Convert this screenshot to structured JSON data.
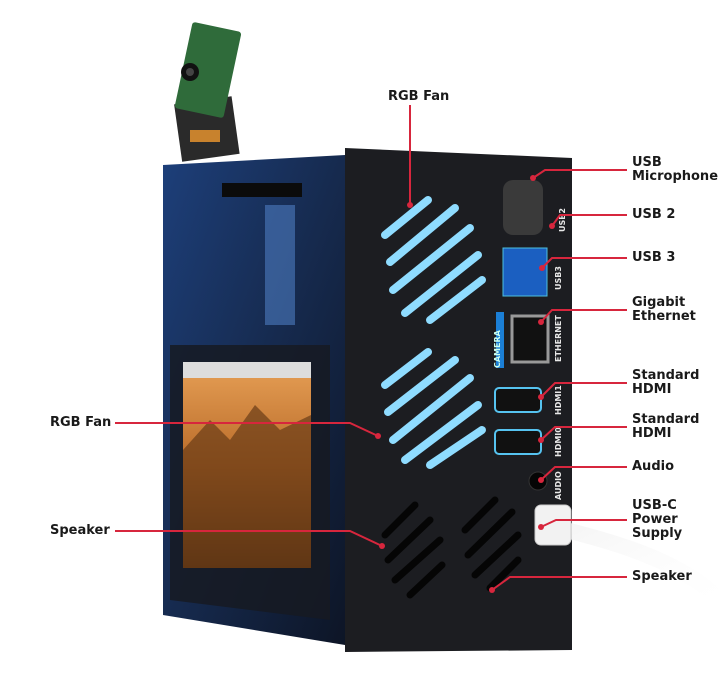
{
  "colors": {
    "callout_line": "#d7263d",
    "device_body": "#1c1d21",
    "fan_glow": "#7fd3ff",
    "label_text": "#1a1a1a"
  },
  "callouts": {
    "rgb_fan_top": "RGB Fan",
    "rgb_fan_side": "RGB Fan",
    "speaker_side": "Speaker",
    "usb_microphone": [
      "USB",
      "Microphone"
    ],
    "usb2": "USB 2",
    "usb3": "USB 3",
    "ethernet": [
      "Gigabit",
      "Ethernet"
    ],
    "hdmi1": [
      "Standard",
      "HDMI"
    ],
    "hdmi0": [
      "Standard",
      "HDMI"
    ],
    "audio": "Audio",
    "usbc": [
      "USB-C",
      "Power",
      "Supply"
    ],
    "speaker_front": "Speaker"
  },
  "port_silkscreen": {
    "usb2": "USB2",
    "usb3": "USB3",
    "camera": "CAMERA",
    "ethernet": "ETHERNET",
    "hdmi1": "HDMI1",
    "hdmi0": "HDMI0",
    "audio": "AUDIO"
  }
}
